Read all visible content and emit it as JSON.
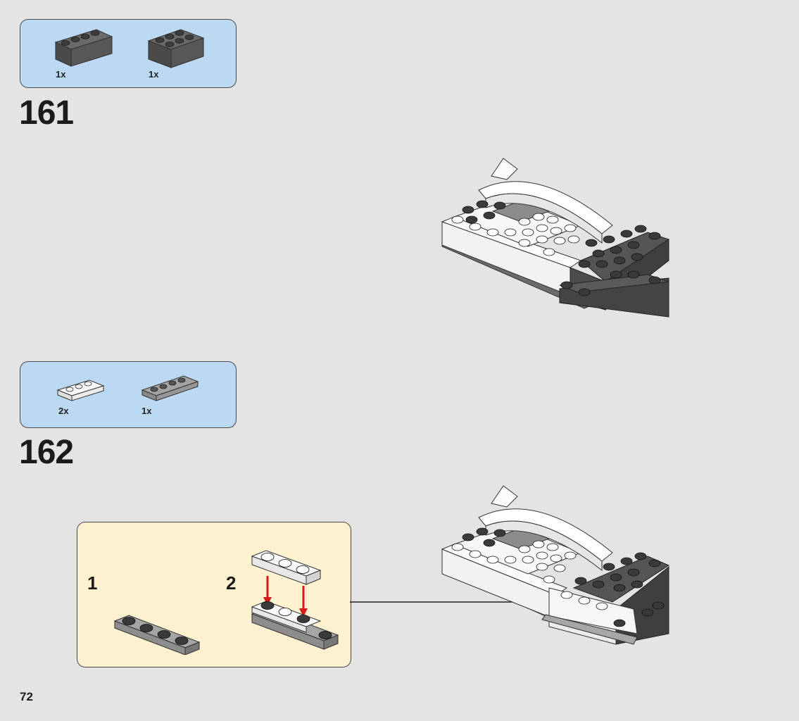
{
  "page_number": "72",
  "steps": [
    {
      "number": "161",
      "parts": [
        {
          "qty": "1x",
          "icon": "dark-gray-brick-1x4-icon"
        },
        {
          "qty": "1x",
          "icon": "dark-gray-brick-2x3-icon"
        }
      ]
    },
    {
      "number": "162",
      "parts": [
        {
          "qty": "2x",
          "icon": "white-plate-1x3-icon"
        },
        {
          "qty": "1x",
          "icon": "gray-plate-1x4-icon"
        }
      ],
      "substeps": [
        {
          "number": "1"
        },
        {
          "number": "2"
        }
      ]
    }
  ],
  "colors": {
    "parts_box": "#bcd9f3",
    "substep_box": "#fdf1d0",
    "dark_brick": "#4f4f4f",
    "white_brick": "#f3f3f3",
    "arrow_red": "#d7191c"
  }
}
